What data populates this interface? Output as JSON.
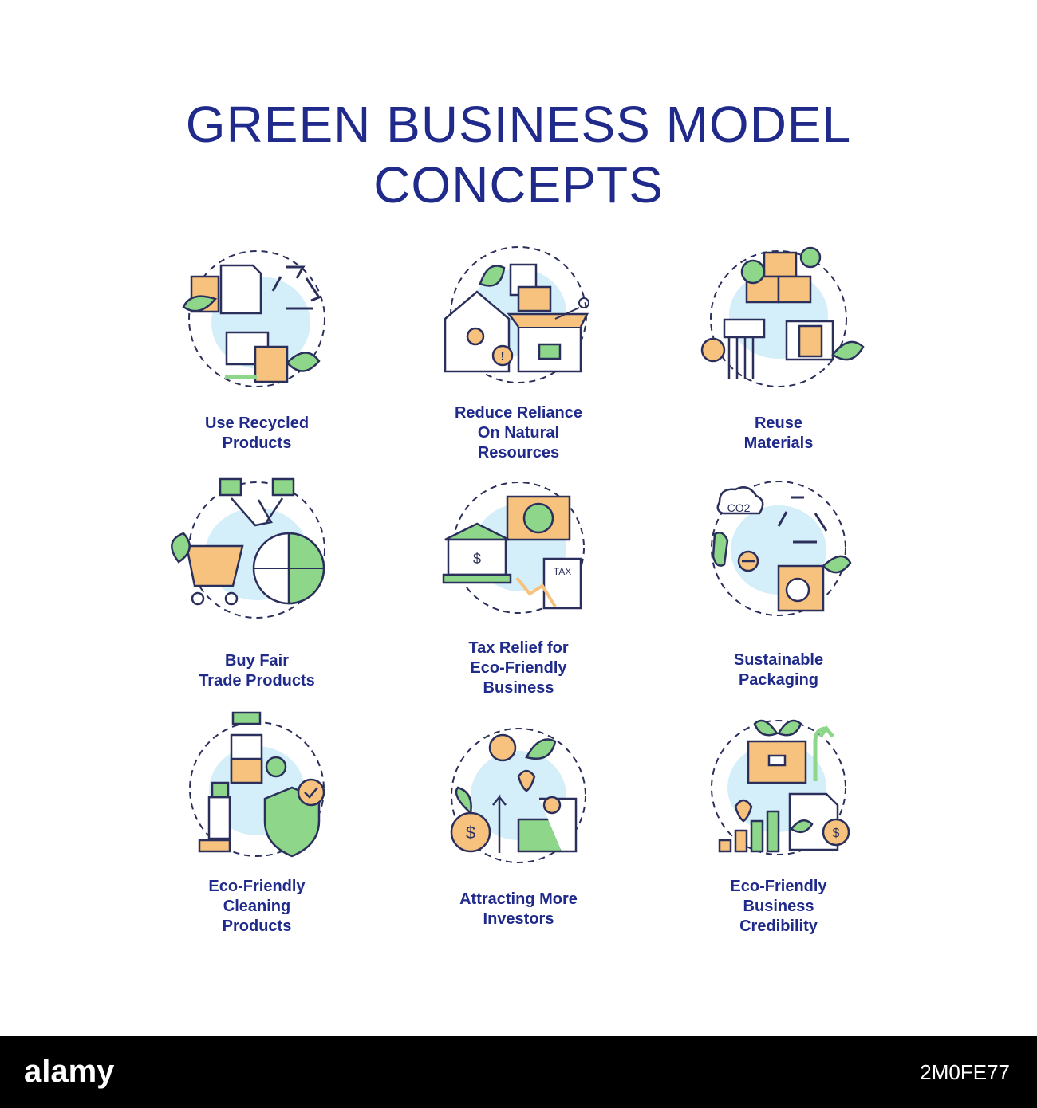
{
  "title": {
    "line1": "GREEN BUSINESS MODEL",
    "line2": "CONCEPTS"
  },
  "concepts": [
    {
      "lines": [
        "Use Recycled",
        "Products"
      ],
      "icon": "recycled-products-icon"
    },
    {
      "lines": [
        "Reduce Reliance",
        "On Natural",
        "Resources"
      ],
      "icon": "natural-resources-icon"
    },
    {
      "lines": [
        "Reuse",
        "Materials"
      ],
      "icon": "reuse-materials-icon"
    },
    {
      "lines": [
        "Buy Fair",
        "Trade Products"
      ],
      "icon": "fair-trade-icon"
    },
    {
      "lines": [
        "Tax Relief for",
        "Eco-Friendly",
        "Business"
      ],
      "icon": "tax-relief-icon"
    },
    {
      "lines": [
        "Sustainable",
        "Packaging"
      ],
      "icon": "sustainable-packaging-icon"
    },
    {
      "lines": [
        "Eco-Friendly",
        "Cleaning",
        "Products"
      ],
      "icon": "cleaning-products-icon"
    },
    {
      "lines": [
        "Attracting More",
        "Investors"
      ],
      "icon": "investors-icon"
    },
    {
      "lines": [
        "Eco-Friendly",
        "Business",
        "Credibility"
      ],
      "icon": "business-credibility-icon"
    }
  ],
  "icon_texts": {
    "co2": "CO2",
    "tax": "TAX",
    "dollar": "$"
  },
  "footer": {
    "logo": "alamy",
    "image_id": "2M0FE77"
  },
  "colors": {
    "navy": "#1f2a8a",
    "green": "#8dd68a",
    "orange": "#f6c27e",
    "light_blue": "#d4effa",
    "outline": "#2b2f5b"
  }
}
